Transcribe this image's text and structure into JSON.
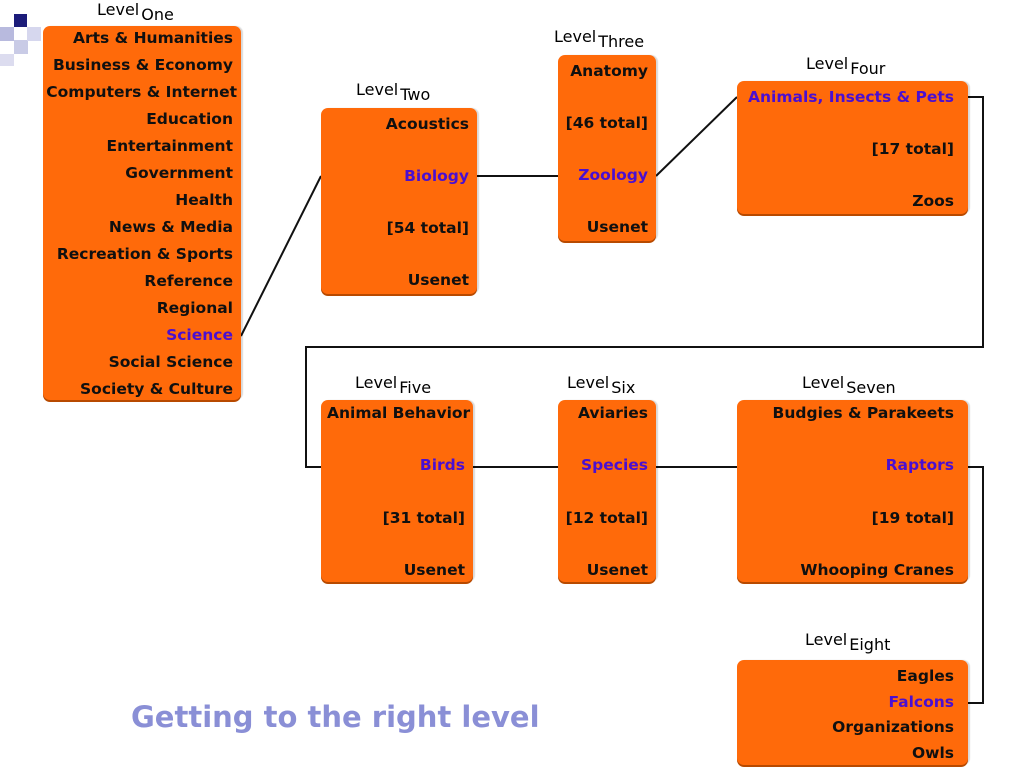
{
  "levels": {
    "one": {
      "word": "Level",
      "num": "One"
    },
    "two": {
      "word": "Level",
      "num": "Two"
    },
    "three": {
      "word": "Level",
      "num": "Three"
    },
    "four": {
      "word": "Level",
      "num": "Four"
    },
    "five": {
      "word": "Level",
      "num": "Five"
    },
    "six": {
      "word": "Level",
      "num": "Six"
    },
    "seven": {
      "word": "Level",
      "num": "Seven"
    },
    "eight": {
      "word": "Level",
      "num": "Eight"
    }
  },
  "box1": [
    "Arts & Humanities",
    "Business & Economy",
    "Computers & Internet",
    "Education",
    "Entertainment",
    "Government",
    "Health",
    "News & Media",
    "Recreation & Sports",
    "Reference",
    "Regional",
    "Science",
    "Social Science",
    "Society & Culture"
  ],
  "box2": [
    "Acoustics",
    "Biology",
    "[54 total]",
    "Usenet"
  ],
  "box3": [
    "Anatomy",
    "[46 total]",
    "Zoology",
    "Usenet"
  ],
  "box4": [
    "Animals, Insects & Pets",
    "[17 total]",
    "Zoos"
  ],
  "box5": [
    "Animal Behavior",
    "Birds",
    "[31 total]",
    "Usenet"
  ],
  "box6": [
    "Aviaries",
    "Species",
    "[12 total]",
    "Usenet"
  ],
  "box7": [
    "Budgies & Parakeets",
    "Raptors",
    "[19 total]",
    "Whooping Cranes"
  ],
  "box8": [
    "Eagles",
    "Falcons",
    "Organizations",
    "Owls"
  ],
  "footer_title": "Getting to the right level",
  "colors": {
    "box": "#ff6a0a",
    "selected": "#4a0fd1",
    "title": "#8a8fd6",
    "deco": "#8d8fc9"
  }
}
